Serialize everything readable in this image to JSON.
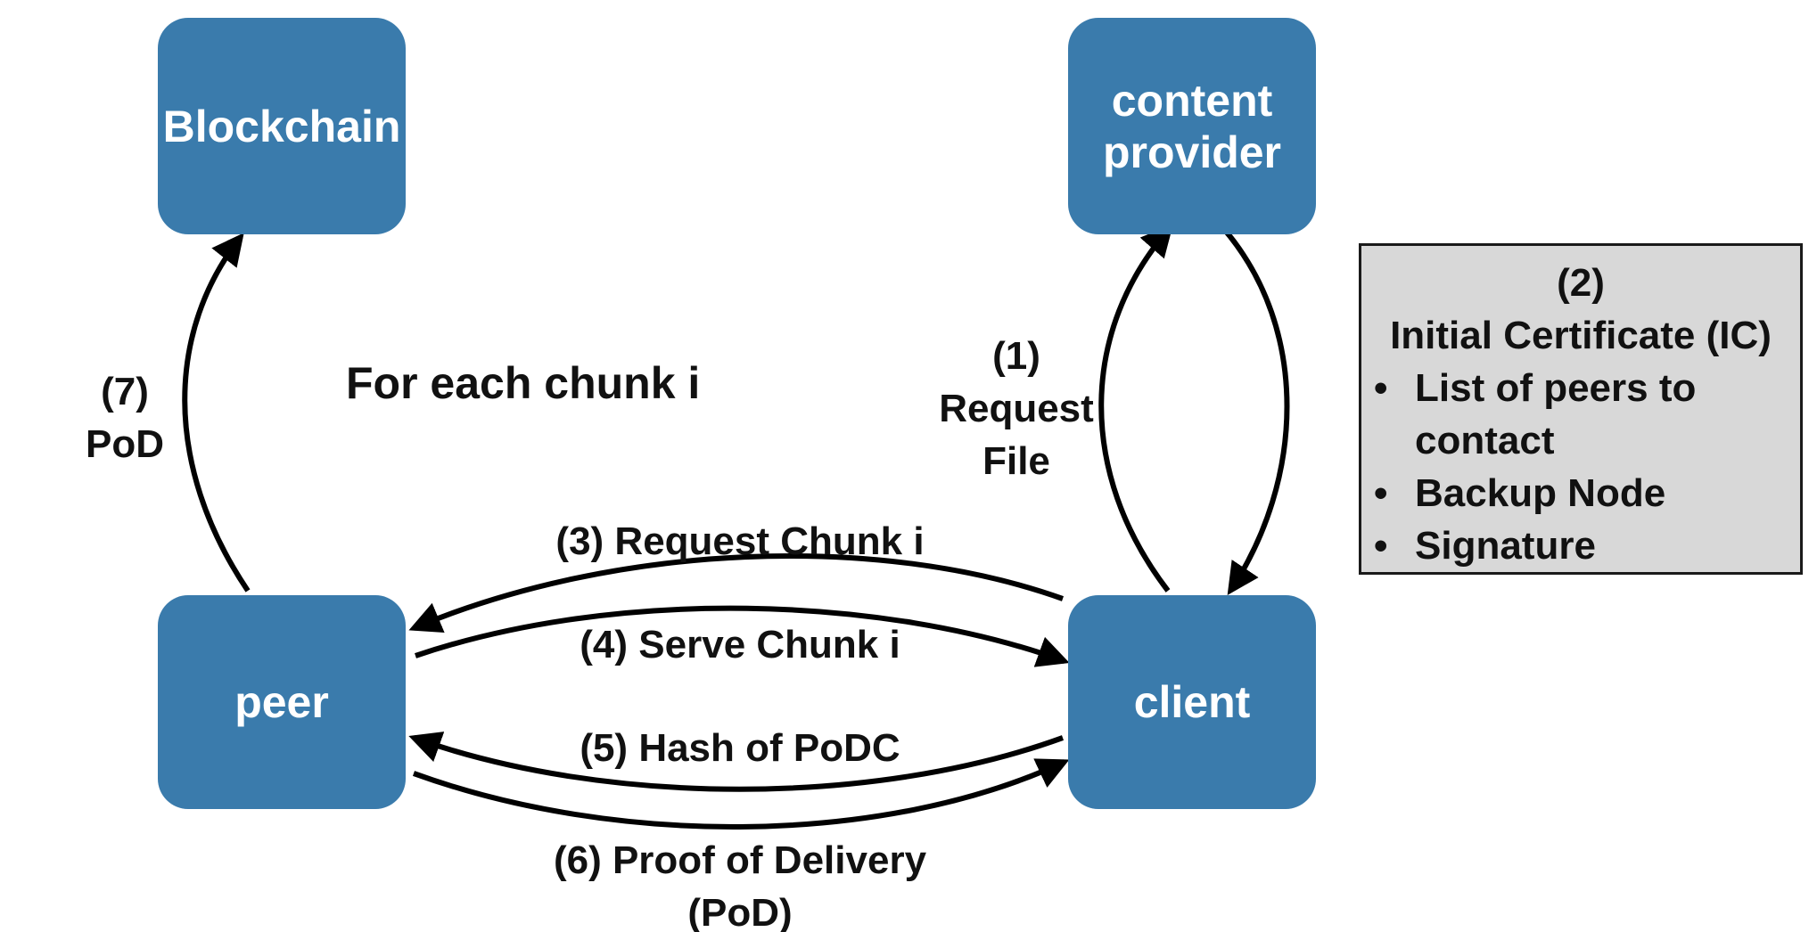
{
  "nodes": {
    "blockchain": "Blockchain",
    "content_provider": "content\nprovider",
    "peer": "peer",
    "client": "client"
  },
  "title": "For each chunk i",
  "edges": {
    "step1": "(1)\nRequest\nFile",
    "step3": "(3) Request Chunk i",
    "step4": "(4) Serve Chunk i",
    "step5": "(5) Hash of PoDC",
    "step6": "(6) Proof of Delivery\n(PoD)",
    "step7": "(7)\nPoD"
  },
  "certificate": {
    "step": "(2)",
    "title": "Initial Certificate (IC)",
    "items": [
      "List of peers to contact",
      "Backup Node",
      "Signature"
    ]
  },
  "colors": {
    "node_fill": "#3a7bac",
    "node_text": "#ffffff",
    "box_fill": "#d8d8d8",
    "arrow": "#000000"
  }
}
